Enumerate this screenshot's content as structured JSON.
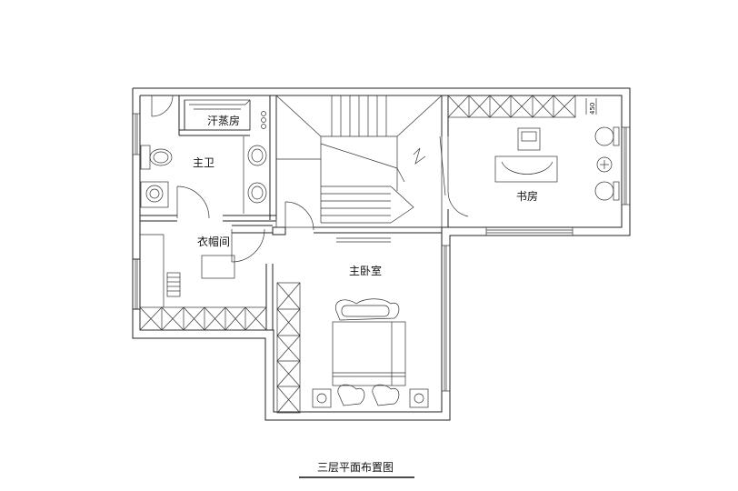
{
  "drawing": {
    "title": "三层平面布置图",
    "rooms": {
      "sauna": "汗蒸房",
      "master_bath": "主卫",
      "cloakroom": "衣帽间",
      "master_bedroom": "主卧室",
      "study": "书房"
    },
    "dimension": "450"
  }
}
